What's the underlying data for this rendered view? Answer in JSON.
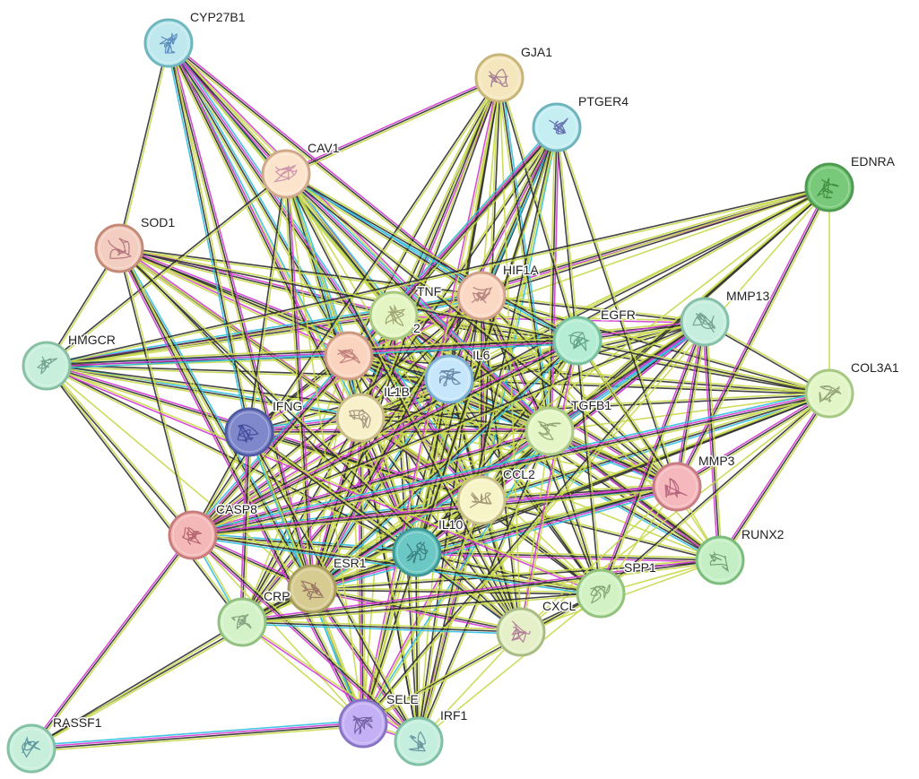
{
  "network": {
    "nodes": [
      {
        "id": "CYP27B1",
        "label": "CYP27B1",
        "fill": "#bfe8ee",
        "stroke": "#6fb7bf",
        "glyph": "#3a6fb0"
      },
      {
        "id": "GJA1",
        "label": "GJA1",
        "fill": "#f5e7bd",
        "stroke": "#c8b57a",
        "glyph": "#8a5a8a"
      },
      {
        "id": "PTGER4",
        "label": "PTGER4",
        "fill": "#c4eef2",
        "stroke": "#6fb4bd",
        "glyph": "#4a4a9a"
      },
      {
        "id": "CAV1",
        "label": "CAV1",
        "fill": "#fbe3cc",
        "stroke": "#cfa98a",
        "glyph": "#c07aa0"
      },
      {
        "id": "EDNRA",
        "label": "EDNRA",
        "fill": "#79c97a",
        "stroke": "#4e9a50",
        "glyph": "#2f7a2f"
      },
      {
        "id": "SOD1",
        "label": "SOD1",
        "fill": "#f3cdc0",
        "stroke": "#c48a78",
        "glyph": "#a05a6a"
      },
      {
        "id": "HIF1A",
        "label": "HIF1A",
        "fill": "#fbd8c4",
        "stroke": "#d0a088",
        "glyph": "#a06a6a"
      },
      {
        "id": "TNF",
        "label": "TNF",
        "fill": "#e4f5c4",
        "stroke": "#a8c880",
        "glyph": "#8a8a5a"
      },
      {
        "id": "MMP13",
        "label": "MMP13",
        "fill": "#c6eede",
        "stroke": "#86c0a8",
        "glyph": "#5a8a7a"
      },
      {
        "id": "HMGCR",
        "label": "HMGCR",
        "fill": "#c8eedc",
        "stroke": "#88c0a4",
        "glyph": "#5a8a7a"
      },
      {
        "id": "EGFR",
        "label": "EGFR",
        "fill": "#b4ecd4",
        "stroke": "#78c09c",
        "glyph": "#4a8a6a"
      },
      {
        "id": "NODE2",
        "label": "2",
        "fill": "#fbd4c0",
        "stroke": "#cc9a80",
        "glyph": "#b06a6a"
      },
      {
        "id": "IL6",
        "label": "IL6",
        "fill": "#c6e6fb",
        "stroke": "#7aaed0",
        "glyph": "#4a6a8a"
      },
      {
        "id": "COL3A1",
        "label": "COL3A1",
        "fill": "#e2f5c6",
        "stroke": "#a6c884",
        "glyph": "#7a8a5a"
      },
      {
        "id": "IFNG",
        "label": "IFNG",
        "fill": "#8088cc",
        "stroke": "#4e5aa0",
        "glyph": "#2e3a8a"
      },
      {
        "id": "IL1B",
        "label": "IL1B",
        "fill": "#f7f0c8",
        "stroke": "#c8bb86",
        "glyph": "#8a7a6a"
      },
      {
        "id": "TGFB1",
        "label": "TGFB1",
        "fill": "#e4f5c6",
        "stroke": "#a8c884",
        "glyph": "#7a8a5a"
      },
      {
        "id": "MMP3",
        "label": "MMP3",
        "fill": "#f5b8bc",
        "stroke": "#c87c84",
        "glyph": "#a04a6a"
      },
      {
        "id": "CCL2",
        "label": "CCL2",
        "fill": "#f7f4c8",
        "stroke": "#c8c088",
        "glyph": "#8a7a5a"
      },
      {
        "id": "CASP8",
        "label": "CASP8",
        "fill": "#f4b8b8",
        "stroke": "#c87c7c",
        "glyph": "#a04a5a"
      },
      {
        "id": "IL10",
        "label": "IL10",
        "fill": "#6cc8c4",
        "stroke": "#3e9894",
        "glyph": "#2a6a6a"
      },
      {
        "id": "RUNX2",
        "label": "RUNX2",
        "fill": "#c4eec4",
        "stroke": "#7cbc7c",
        "glyph": "#5a8a5a"
      },
      {
        "id": "ESR1",
        "label": "ESR1",
        "fill": "#d6cc92",
        "stroke": "#a89c5c",
        "glyph": "#8a5a5a"
      },
      {
        "id": "SPP1",
        "label": "SPP1",
        "fill": "#d2f2c4",
        "stroke": "#92c27c",
        "glyph": "#6a8a5a"
      },
      {
        "id": "CRP",
        "label": "CRP",
        "fill": "#d4f2c8",
        "stroke": "#92c080",
        "glyph": "#6a8a6a"
      },
      {
        "id": "CXCL",
        "label": "CXCL",
        "fill": "#e6f0c8",
        "stroke": "#a8bc84",
        "glyph": "#a05a8a"
      },
      {
        "id": "SELE",
        "label": "SELE",
        "fill": "#c4b0f4",
        "stroke": "#8874c4",
        "glyph": "#5a4a8a"
      },
      {
        "id": "IRF1",
        "label": "IRF1",
        "fill": "#c4eede",
        "stroke": "#80c0a4",
        "glyph": "#4a7a8a"
      },
      {
        "id": "RASSF1",
        "label": "RASSF1",
        "fill": "#c8eedc",
        "stroke": "#84c0a4",
        "glyph": "#3a7a8a"
      }
    ],
    "edge_colors": {
      "textmining": "#c8d84a",
      "coexpression": "#2f2f2f",
      "experiments": "#d13bd1",
      "databases": "#2fbfe0",
      "neighborhood": "#9fd34a"
    }
  }
}
